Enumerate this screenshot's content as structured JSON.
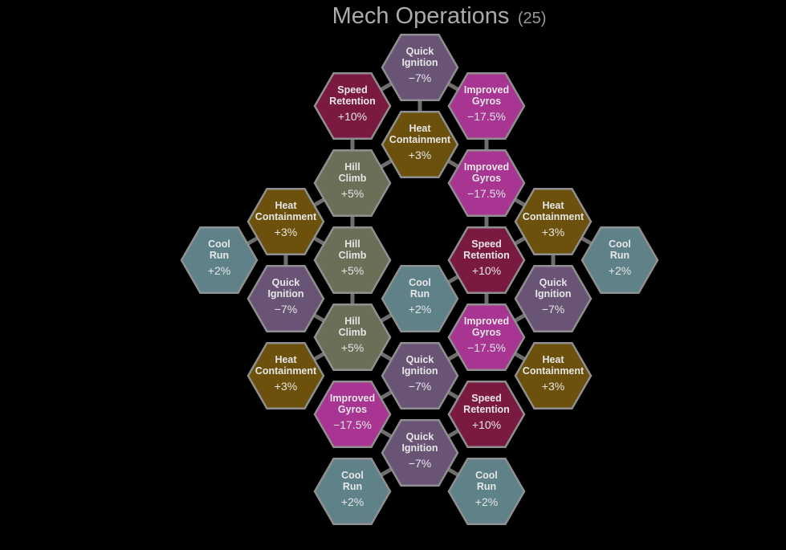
{
  "header": {
    "title": "Mech Operations",
    "count": "(25)"
  },
  "colors": {
    "background": "#000000",
    "border": "#8f8f8f",
    "link": "#6e6e6e",
    "text": "#e6e6e6",
    "title": "#aaaaaa",
    "hill_climb": "#6c6e58",
    "heat_containment": "#6b510b",
    "quick_ignition": "#695476",
    "improved_gyros": "#a83591",
    "speed_retention": "#7b1a40",
    "cool_run": "#5f8289"
  },
  "skills": [
    {
      "id": "s0",
      "name": [
        "Quick",
        "Ignition"
      ],
      "value": "−7%",
      "kind": "quick_ignition"
    },
    {
      "id": "s1",
      "name": [
        "Speed",
        "Retention"
      ],
      "value": "+10%",
      "kind": "speed_retention"
    },
    {
      "id": "s2",
      "name": [
        "Improved",
        "Gyros"
      ],
      "value": "−17.5%",
      "kind": "improved_gyros"
    },
    {
      "id": "s3",
      "name": [
        "Heat",
        "Containment"
      ],
      "value": "+3%",
      "kind": "heat_containment"
    },
    {
      "id": "s4",
      "name": [
        "Hill",
        "Climb"
      ],
      "value": "+5%",
      "kind": "hill_climb"
    },
    {
      "id": "s5",
      "name": [
        "Improved",
        "Gyros"
      ],
      "value": "−17.5%",
      "kind": "improved_gyros"
    },
    {
      "id": "s6",
      "name": [
        "Heat",
        "Containment"
      ],
      "value": "+3%",
      "kind": "heat_containment"
    },
    {
      "id": "s7",
      "name": [
        "Heat",
        "Containment"
      ],
      "value": "+3%",
      "kind": "heat_containment"
    },
    {
      "id": "s8",
      "name": [
        "Cool",
        "Run"
      ],
      "value": "+2%",
      "kind": "cool_run"
    },
    {
      "id": "s9",
      "name": [
        "Hill",
        "Climb"
      ],
      "value": "+5%",
      "kind": "hill_climb"
    },
    {
      "id": "s10",
      "name": [
        "Speed",
        "Retention"
      ],
      "value": "+10%",
      "kind": "speed_retention"
    },
    {
      "id": "s11",
      "name": [
        "Cool",
        "Run"
      ],
      "value": "+2%",
      "kind": "cool_run"
    },
    {
      "id": "s12",
      "name": [
        "Quick",
        "Ignition"
      ],
      "value": "−7%",
      "kind": "quick_ignition"
    },
    {
      "id": "s13",
      "name": [
        "Cool",
        "Run"
      ],
      "value": "+2%",
      "kind": "cool_run"
    },
    {
      "id": "s14",
      "name": [
        "Quick",
        "Ignition"
      ],
      "value": "−7%",
      "kind": "quick_ignition"
    },
    {
      "id": "s15",
      "name": [
        "Hill",
        "Climb"
      ],
      "value": "+5%",
      "kind": "hill_climb"
    },
    {
      "id": "s16",
      "name": [
        "Improved",
        "Gyros"
      ],
      "value": "−17.5%",
      "kind": "improved_gyros"
    },
    {
      "id": "s17",
      "name": [
        "Heat",
        "Containment"
      ],
      "value": "+3%",
      "kind": "heat_containment"
    },
    {
      "id": "s18",
      "name": [
        "Quick",
        "Ignition"
      ],
      "value": "−7%",
      "kind": "quick_ignition"
    },
    {
      "id": "s19",
      "name": [
        "Heat",
        "Containment"
      ],
      "value": "+3%",
      "kind": "heat_containment"
    },
    {
      "id": "s20",
      "name": [
        "Improved",
        "Gyros"
      ],
      "value": "−17.5%",
      "kind": "improved_gyros"
    },
    {
      "id": "s21",
      "name": [
        "Speed",
        "Retention"
      ],
      "value": "+10%",
      "kind": "speed_retention"
    },
    {
      "id": "s22",
      "name": [
        "Quick",
        "Ignition"
      ],
      "value": "−7%",
      "kind": "quick_ignition"
    },
    {
      "id": "s23",
      "name": [
        "Cool",
        "Run"
      ],
      "value": "+2%",
      "kind": "cool_run"
    },
    {
      "id": "s24",
      "name": [
        "Cool",
        "Run"
      ],
      "value": "+2%",
      "kind": "cool_run"
    }
  ],
  "links": [
    [
      "s0",
      "s1"
    ],
    [
      "s0",
      "s2"
    ],
    [
      "s0",
      "s3"
    ],
    [
      "s1",
      "s4"
    ],
    [
      "s2",
      "s5"
    ],
    [
      "s3",
      "s4"
    ],
    [
      "s3",
      "s5"
    ],
    [
      "s4",
      "s6"
    ],
    [
      "s4",
      "s9"
    ],
    [
      "s5",
      "s7"
    ],
    [
      "s5",
      "s10"
    ],
    [
      "s6",
      "s8"
    ],
    [
      "s6",
      "s12"
    ],
    [
      "s6",
      "s9"
    ],
    [
      "s7",
      "s13"
    ],
    [
      "s7",
      "s14"
    ],
    [
      "s7",
      "s10"
    ],
    [
      "s9",
      "s15"
    ],
    [
      "s10",
      "s16"
    ],
    [
      "s11",
      "s10"
    ],
    [
      "s11",
      "s15"
    ],
    [
      "s12",
      "s15"
    ],
    [
      "s14",
      "s16"
    ],
    [
      "s15",
      "s17"
    ],
    [
      "s15",
      "s18"
    ],
    [
      "s16",
      "s18"
    ],
    [
      "s16",
      "s19"
    ],
    [
      "s18",
      "s20"
    ],
    [
      "s18",
      "s21"
    ],
    [
      "s20",
      "s22"
    ],
    [
      "s21",
      "s22"
    ],
    [
      "s22",
      "s23"
    ],
    [
      "s22",
      "s24"
    ]
  ]
}
